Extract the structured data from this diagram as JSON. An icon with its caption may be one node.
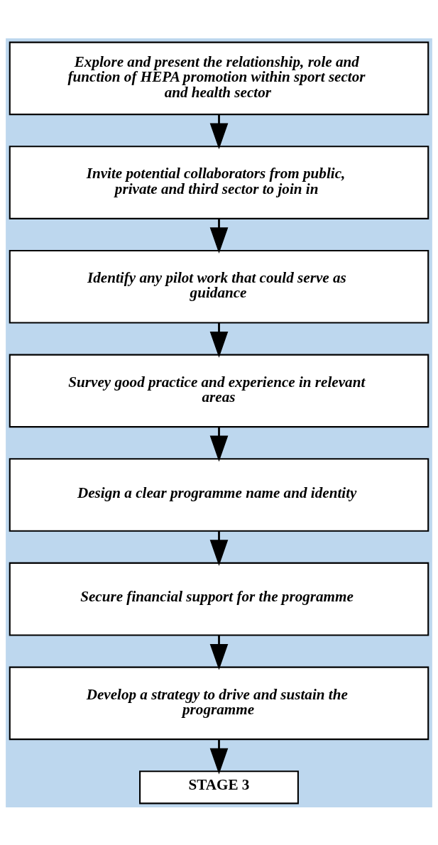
{
  "diagram": {
    "nodes": [
      {
        "text": [
          "Explore and present the relationship, role and function of HEPA promotion within sport sector and health sector"
        ]
      },
      {
        "text": [
          "Invite potential collaborators from public, private and third sector to join in"
        ]
      },
      {
        "text": [
          "Identify any pilot work that could serve as guidance"
        ]
      },
      {
        "text": [
          "Survey good practice and experience in relevant areas"
        ]
      },
      {
        "text": [
          "Design a clear programme name and identity"
        ]
      },
      {
        "text": [
          "Secure financial support for the programme"
        ]
      },
      {
        "text": [
          "Develop a strategy to drive and sustain the programme"
        ]
      },
      {
        "text": [
          "STAGE 3"
        ]
      }
    ],
    "edges": [
      {
        "from": 0,
        "to": 1,
        "arrow": "to"
      },
      {
        "from": 1,
        "to": 2,
        "arrow": "to"
      },
      {
        "from": 2,
        "to": 3,
        "arrow": "to"
      },
      {
        "from": 3,
        "to": 4,
        "arrow": "to"
      },
      {
        "from": 4,
        "to": 5,
        "arrow": "to"
      },
      {
        "from": 5,
        "to": 6,
        "arrow": "to"
      },
      {
        "from": 6,
        "to": 7,
        "arrow": "to"
      }
    ]
  }
}
